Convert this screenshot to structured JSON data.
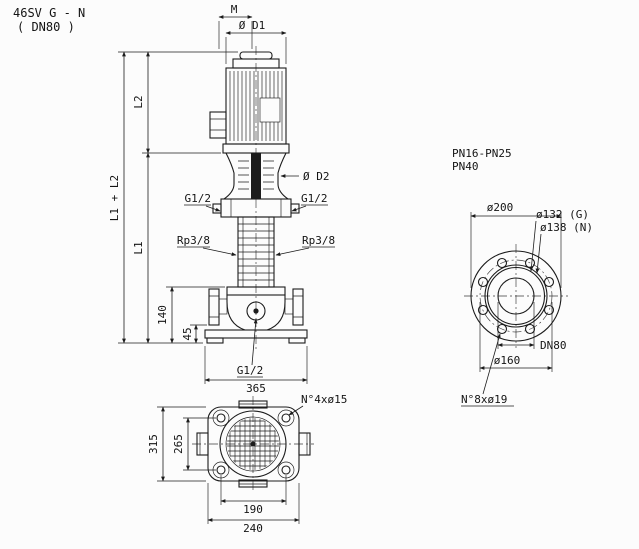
{
  "title": {
    "model": "46SV G - N",
    "size": "( DN80 )"
  },
  "colors": {
    "background": "#fcfcfc",
    "line": "#1c1c1c"
  },
  "front_view": {
    "dim_m": "M",
    "dim_d1": "Ø D1",
    "dim_d2": "Ø D2",
    "dim_l2": "L2",
    "dim_l1_plus_l2": "L1 + L2",
    "dim_l1": "L1",
    "port_g12_left": "G1/2",
    "port_g12_right": "G1/2",
    "port_rp38_left": "Rp3/8",
    "port_rp38_right": "Rp3/8",
    "dim_140": "140",
    "dim_45": "45",
    "port_g12_bottom": "G1/2",
    "dim_365": "365"
  },
  "flange_view": {
    "rating_line1": "PN16-PN25",
    "rating_line2": "PN40",
    "dim_outer_diameter": "ø200",
    "dim_gasket_g": "ø132 (G)",
    "dim_gasket_n": "ø138 (N)",
    "dim_nominal_bore": "DN80",
    "dim_bolt_circle": "ø160",
    "bolt_holes_note": "N°8xø19"
  },
  "top_view": {
    "dim_height": "315",
    "dim_bolt_spacing_y": "265",
    "dim_bolt_spacing_x": "190",
    "dim_width": "240",
    "bolt_holes_note": "N°4xø15"
  }
}
